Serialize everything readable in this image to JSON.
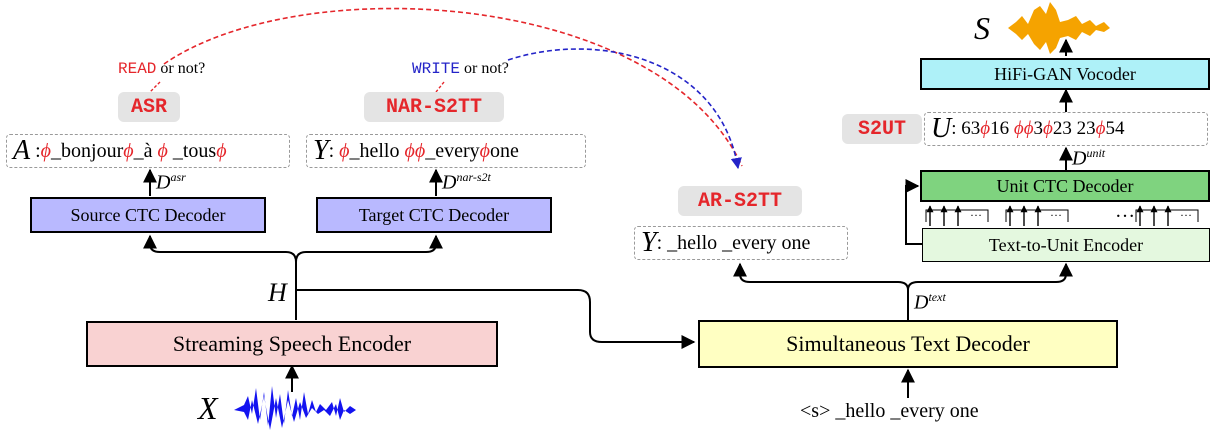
{
  "blocks": {
    "speech_encoder": "Streaming Speech Encoder",
    "text_decoder": "Simultaneous Text Decoder",
    "source_ctc": "Source CTC Decoder",
    "target_ctc": "Target CTC Decoder",
    "unit_ctc": "Unit CTC Decoder",
    "t2u_encoder": "Text-to-Unit Encoder",
    "vocoder": "HiFi-GAN Vocoder"
  },
  "tags": {
    "asr": "ASR",
    "nar": "NAR-S2TT",
    "ar": "AR-S2TT",
    "s2ut": "S2UT"
  },
  "questions": {
    "read_word": "READ",
    "read_rest": " or not?",
    "write_word": "WRITE",
    "write_rest": " or not?"
  },
  "symbols": {
    "X": "X",
    "H": "H",
    "S": "S",
    "phi": "ϕ"
  },
  "sequences": {
    "asr_var": "A",
    "asr_tokens": [
      "_bonjour",
      "_à",
      "_tous"
    ],
    "nar_var": "Y",
    "nar_tokens": [
      "_hello",
      "_every",
      "one"
    ],
    "ar_var": "Y",
    "ar_text": ": _hello _every one",
    "s2ut_var": "U",
    "unit_tokens": [
      "63",
      "16",
      "3",
      "23",
      "23",
      "54"
    ]
  },
  "labels": {
    "d_asr_base": "D",
    "d_asr_sup": "asr",
    "d_nar_base": "D",
    "d_nar_sup": "nar-s2t",
    "d_text_base": "D",
    "d_text_sup": "text",
    "d_unit_base": "D",
    "d_unit_sup": "unit"
  },
  "decoder_input": "<s> _hello _every one",
  "ellipsis": "…",
  "colors": {
    "encoder_fill": "#f9d2d2",
    "decoder_fill": "#ffffc2",
    "ctc_fill": "#b9b9ff",
    "unit_ctc_fill": "#7fd37f",
    "t2u_fill": "#e4f8df",
    "vocoder_fill": "#aef1f8",
    "tag_bg": "#e4e4e4",
    "accent_red": "#e5262b",
    "write_blue": "#2424c8",
    "waveform_blue": "#1313f0",
    "waveform_orange": "#f5a300",
    "snow_icon": "#3a8fd8"
  }
}
